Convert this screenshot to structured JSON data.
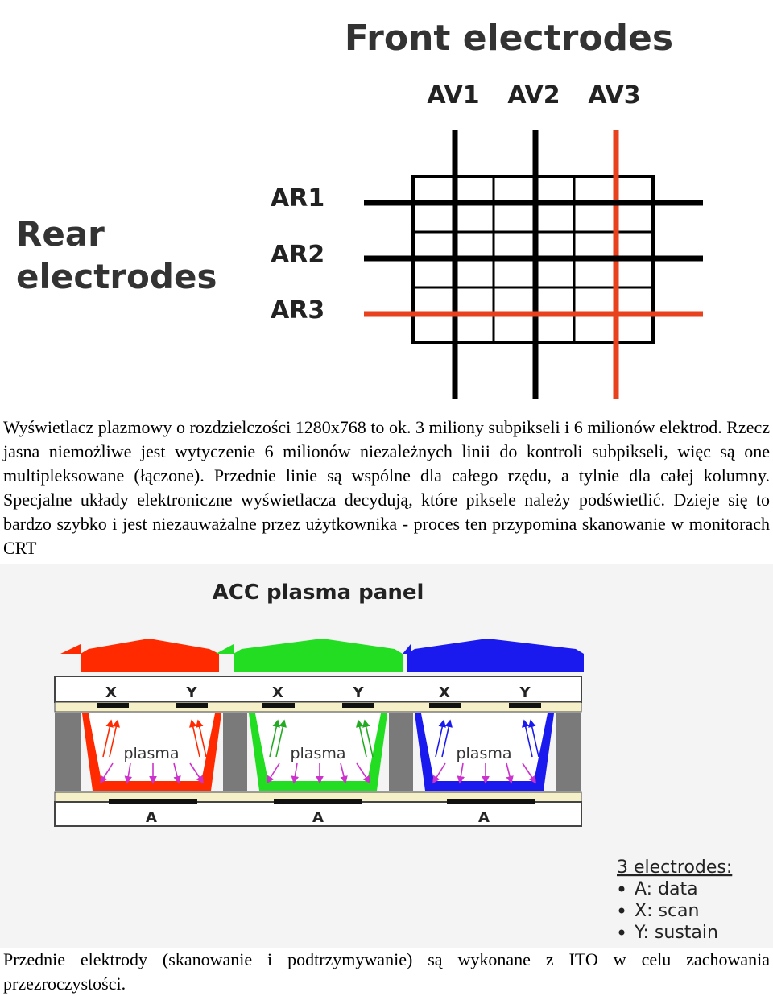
{
  "figure1": {
    "title": "Front electrodes",
    "front_labels": [
      "AV1",
      "AV2",
      "AV3"
    ],
    "rear_title_line1": "Rear",
    "rear_title_line2": "electrodes",
    "rear_labels": [
      "AR1",
      "AR2",
      "AR3"
    ],
    "highlight_color": "#e8411e"
  },
  "paragraph1": "Wyświetlacz plazmowy o rozdzielczości 1280x768 to ok. 3 miliony subpikseli i 6 milionów elektrod. Rzecz jasna niemożliwe jest wytyczenie 6 milionów niezależnych linii do kontroli subpikseli, więc są one multipleksowane (łączone). Przednie linie są wspólne dla całego rzędu, a tylnie dla całej kolumny. Specjalne układy elektroniczne wyświetlacza decydują, które piksele należy podświetlić. Dzieje się to bardzo szybko i jest niezauważalne przez użytkownika - proces ten przypomina skanowanie w monitorach CRT",
  "figure2": {
    "title": "ACC plasma panel",
    "cells": [
      {
        "color": "#ff2a00",
        "x_label": "X",
        "y_label": "Y",
        "plasma_label": "plasma",
        "a_label": "A"
      },
      {
        "color": "#22dd22",
        "x_label": "X",
        "y_label": "Y",
        "plasma_label": "plasma",
        "a_label": "A"
      },
      {
        "color": "#1a1aee",
        "x_label": "X",
        "y_label": "Y",
        "plasma_label": "plasma",
        "a_label": "A"
      }
    ],
    "legend": {
      "heading": "3 electrodes:",
      "items": [
        "A: data",
        "X: scan",
        "Y: sustain"
      ]
    }
  },
  "paragraph2": "Przednie elektrody (skanowanie i podtrzymywanie) są wykonane z ITO w celu zachowania przezroczystości."
}
